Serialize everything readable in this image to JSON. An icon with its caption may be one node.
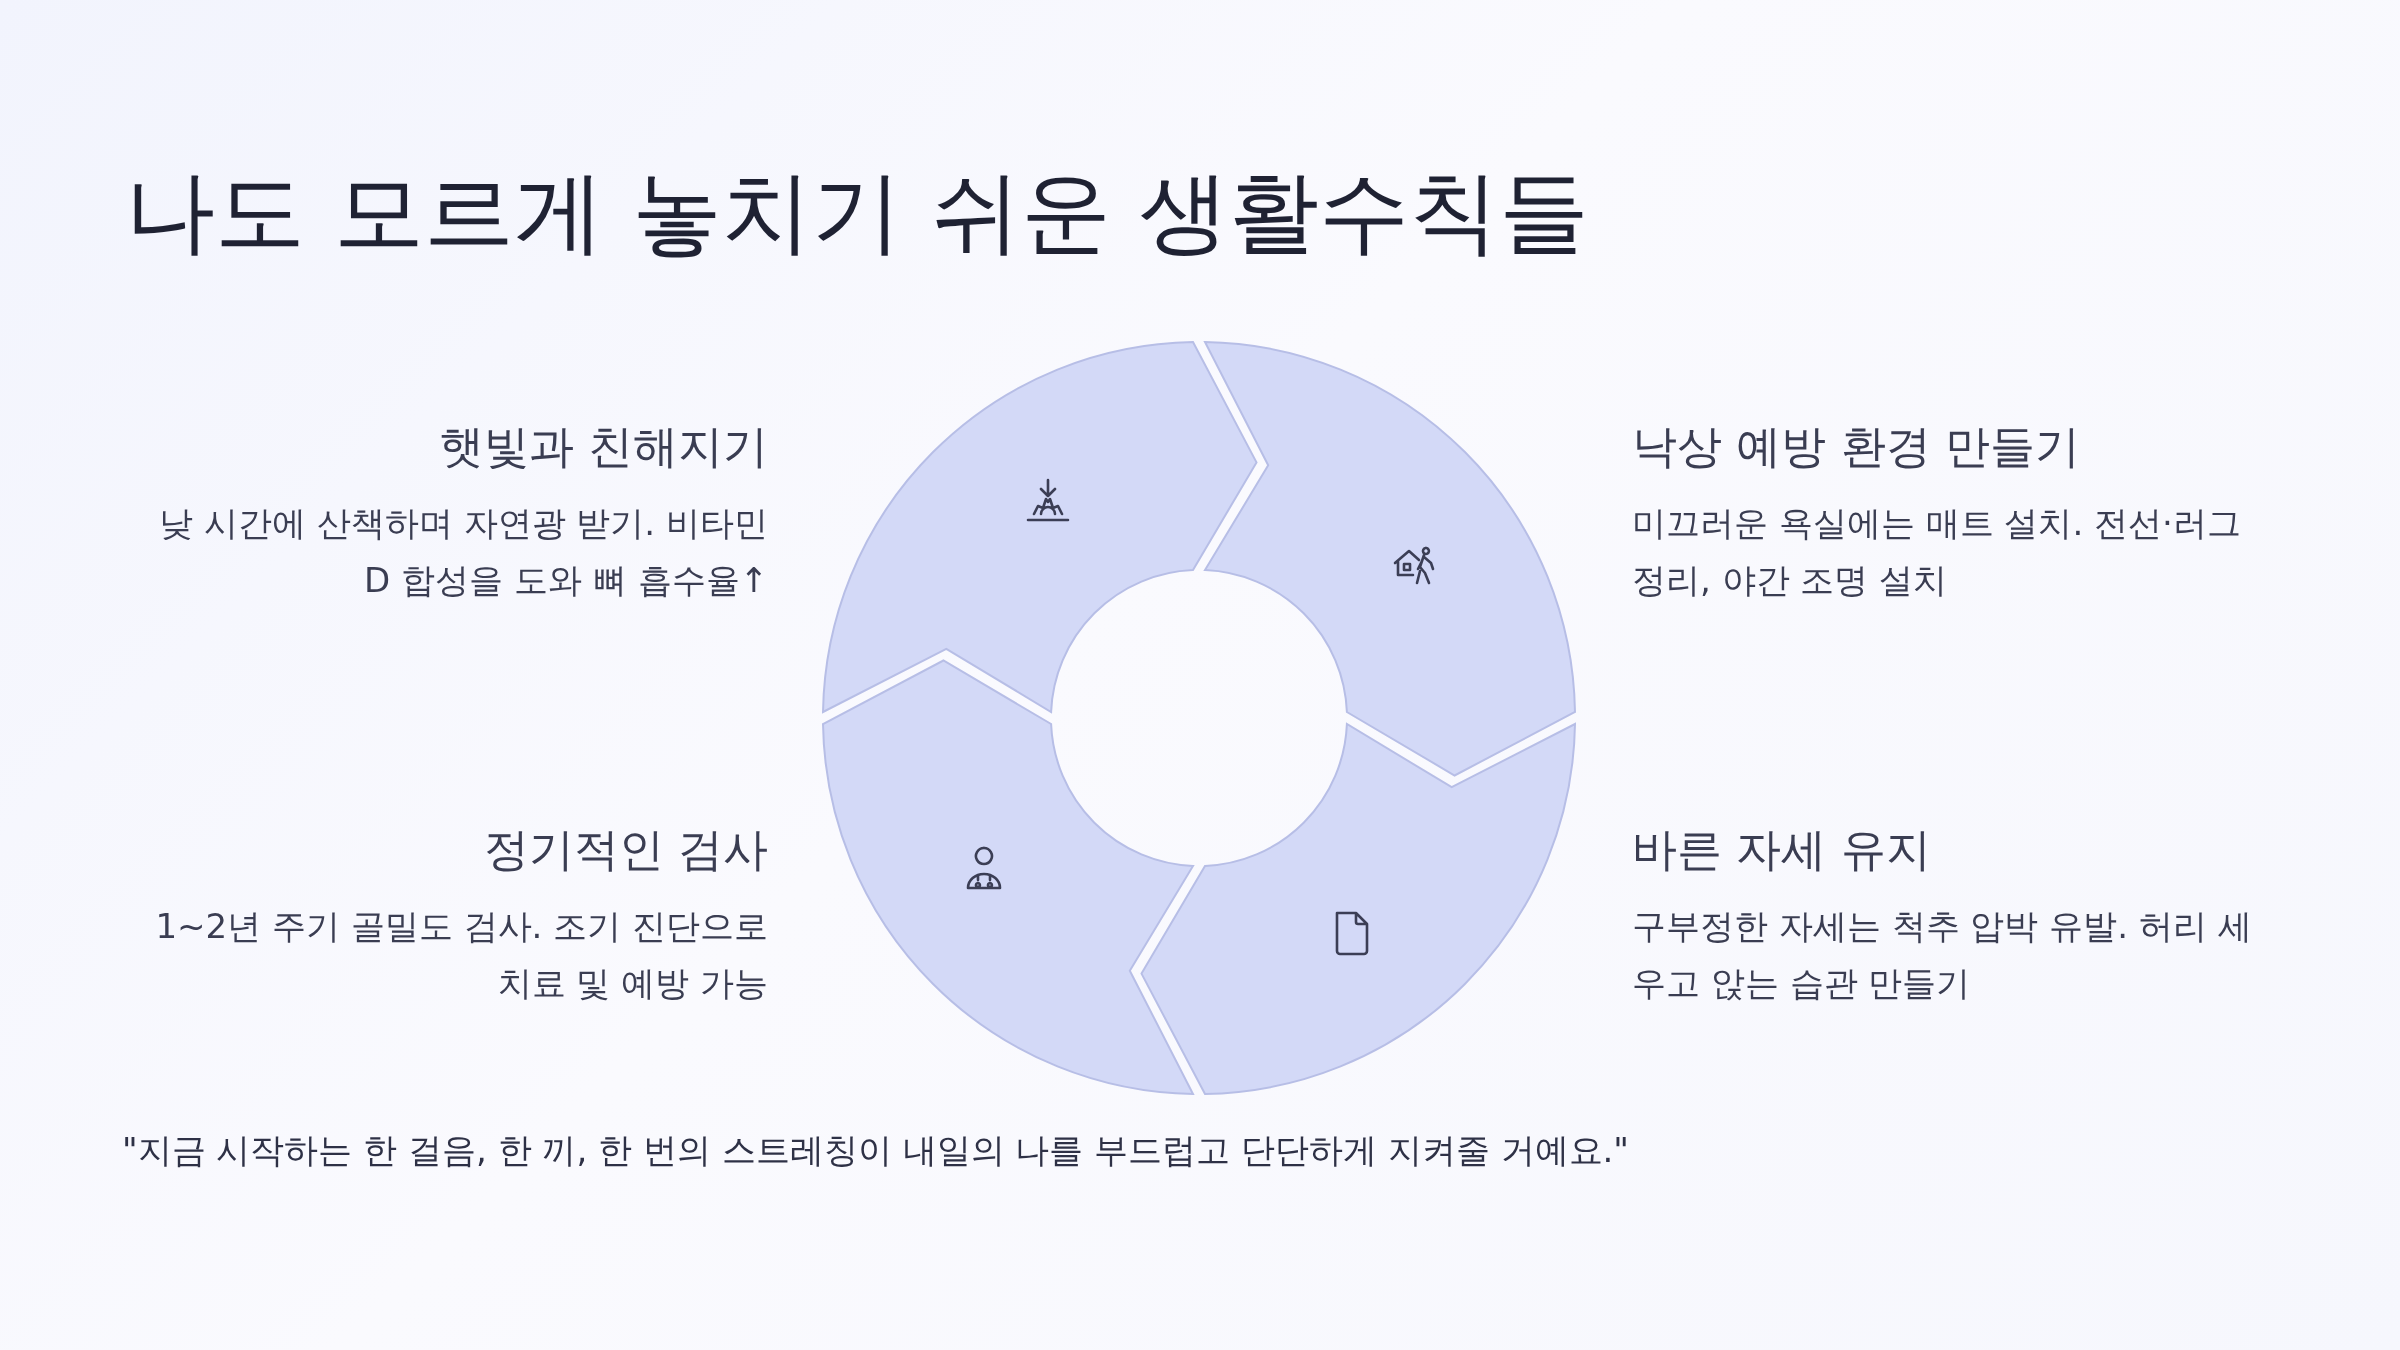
{
  "diagram": {
    "title": "나도 모르게 놓치기 쉬운 생활수칙들",
    "nodes": [
      {
        "text": [],
        "shape": "arc"
      },
      {
        "text": [],
        "shape": "arc"
      },
      {
        "text": [],
        "shape": "arc"
      },
      {
        "text": [],
        "shape": "arc"
      }
    ],
    "labels": [
      "햇빛과 친해지기",
      "낮 시간에 산책하며 자연광 받기. 비타민 D 합성을 도와 뼈 흡수율↑",
      "낙상 예방 환경 만들기",
      "미끄러운 욕실에는 매트 설치. 전선·러그 정리, 야간 조명 설치",
      "정기적인 검사",
      "1~2년 주기 골밀도 검사. 조기 진단으로 치료 및 예방 가능",
      "바른 자세 유지",
      "구부정한 자세는 척추 압박 유발. 허리 세우고 앉는 습관 만들기"
    ],
    "caption": "\"지금 시작하는 한 걸음, 한 끼, 한 번의 스트레칭이 내일의 나를 부드럽고 단단하게 지켜줄 거예요.\""
  }
}
